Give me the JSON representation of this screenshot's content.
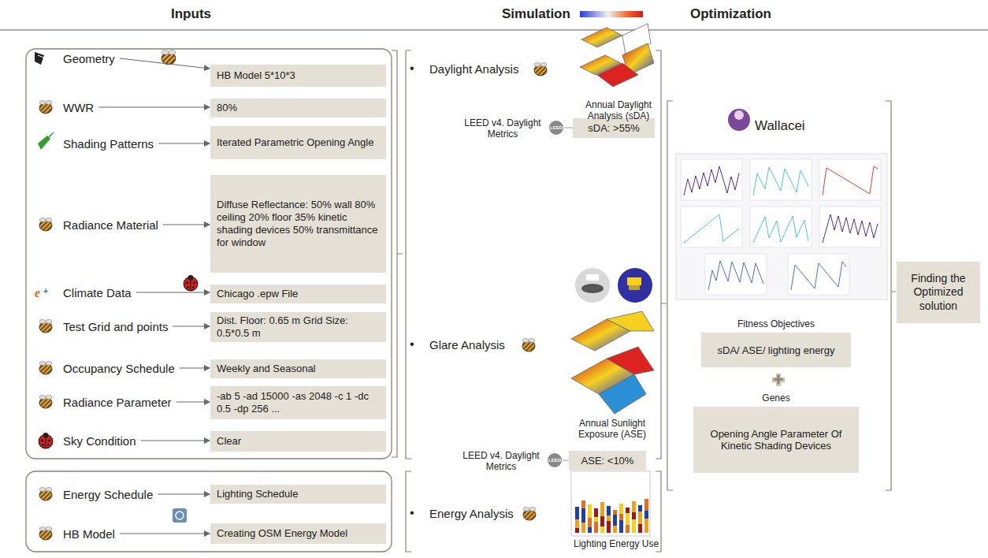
{
  "diagram": {
    "nodes": [
      {
        "text": [
          "Geometry"
        ]
      },
      {
        "text": [
          "HB Model 5*10*3"
        ]
      },
      {
        "text": [
          "WWR"
        ]
      },
      {
        "text": [
          "80%"
        ]
      },
      {
        "text": [
          "Shading Patterns"
        ]
      },
      {
        "text": [
          "Iterated Parametric Opening Angle"
        ]
      },
      {
        "text": [
          "Radiance Material"
        ]
      },
      {
        "text": [
          "Diffuse Reflectance: 50% wall 80% ceiling 20% floor 35% kinetic shading devices 50% transmittance for window"
        ]
      },
      {
        "text": [
          "Climate Data"
        ]
      },
      {
        "text": [
          "Chicago .epw File"
        ]
      },
      {
        "text": [
          "Test Grid and points"
        ]
      },
      {
        "text": [
          "Dist. Floor: 0.65 m Grid Size: 0.5*0.5 m"
        ]
      },
      {
        "text": [
          "Occupancy Schedule"
        ]
      },
      {
        "text": [
          "Weekly and Seasonal"
        ]
      },
      {
        "text": [
          "Radiance Parameter"
        ]
      },
      {
        "text": [
          "-ab 5 -ad 15000 -as 2048 -c 1 -dc 0.5 -dp 256 ..."
        ]
      },
      {
        "text": [
          "Sky Condition"
        ]
      },
      {
        "text": [
          "Clear"
        ]
      },
      {
        "text": [
          "Energy Schedule"
        ]
      },
      {
        "text": [
          "Lighting  Schedule"
        ]
      },
      {
        "text": [
          "HB Model"
        ]
      },
      {
        "text": [
          "Creating OSM Energy Model"
        ]
      },
      {
        "text": [
          "sDA: >55%"
        ]
      },
      {
        "text": [
          "ASE: <10%"
        ]
      },
      {
        "text": [
          "Fitness Objectives",
          "sDA/ ASE/ lighting energy"
        ]
      },
      {
        "text": [
          "Genes",
          "Opening Angle Parameter Of Kinetic Shading Devices"
        ]
      },
      {
        "text": [
          "Finding the Optimized solution"
        ]
      }
    ],
    "edges": [
      {
        "from": 0,
        "to": 1,
        "arrow": "to"
      },
      {
        "from": 2,
        "to": 3,
        "arrow": "to"
      },
      {
        "from": 4,
        "to": 5,
        "arrow": "to"
      },
      {
        "from": 6,
        "to": 7,
        "arrow": "to"
      },
      {
        "from": 8,
        "to": 9,
        "arrow": "to"
      },
      {
        "from": 10,
        "to": 11,
        "arrow": "to"
      },
      {
        "from": 12,
        "to": 13,
        "arrow": "to"
      },
      {
        "from": 14,
        "to": 15,
        "arrow": "to"
      },
      {
        "from": 16,
        "to": 17,
        "arrow": "to"
      },
      {
        "from": 18,
        "to": 19,
        "arrow": "to"
      },
      {
        "from": 20,
        "to": 21,
        "arrow": "to"
      }
    ],
    "labels": [
      "Inputs",
      "Simulation",
      "Optimization",
      "•",
      "Daylight Analysis",
      "Annual Daylight Analysis (sDA)",
      "LEED",
      "LEED v4. Daylight Metrics",
      "•",
      "Glare Analysis",
      "Annual Sunlight Exposure (ASE)",
      "LEED",
      "LEED v4. Daylight Metrics",
      "•",
      "Energy Analysis",
      "Lighting Energy Use",
      "Wallacei",
      "+"
    ]
  }
}
